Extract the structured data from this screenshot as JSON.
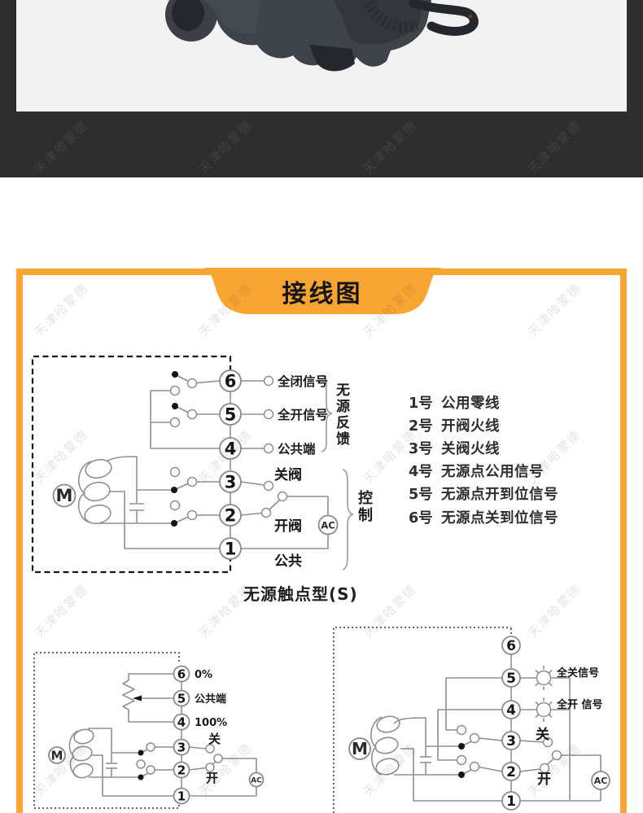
{
  "colors": {
    "accent_orange": "#F8A532",
    "dark_band": "#2E2E2E",
    "photo_background": "#F2F2F2",
    "wire_gray": "#8F8F8F",
    "ink": "#151515"
  },
  "watermark": {
    "text": "天津哈蒙德"
  },
  "header": {
    "title": "接线图"
  },
  "main_diagram": {
    "terminals": [
      "6",
      "5",
      "4",
      "3",
      "2",
      "1"
    ],
    "labels": {
      "t6": "全闭信号",
      "t5": "全开信号",
      "t4": "公共端",
      "t3": "关阀",
      "t2": "开阀",
      "t1": "公共"
    },
    "groups": {
      "feedback": "无源反馈",
      "control": "控制"
    },
    "motor": "M",
    "ac": "AC",
    "caption": "无源触点型(S)"
  },
  "terminal_legend": {
    "items": [
      {
        "num": "1号",
        "desc": "公用零线"
      },
      {
        "num": "2号",
        "desc": "开阀火线"
      },
      {
        "num": "3号",
        "desc": "关阀火线"
      },
      {
        "num": "4号",
        "desc": "无源点公用信号"
      },
      {
        "num": "5号",
        "desc": "无源点开到位信号"
      },
      {
        "num": "6号",
        "desc": "无源点关到位信号"
      }
    ]
  },
  "pot_diagram": {
    "terminals": [
      "6",
      "5",
      "4",
      "3",
      "2",
      "1"
    ],
    "labels": {
      "t6": "0%",
      "t5": "公共端",
      "t4": "100%",
      "t3": "关",
      "t2": "开"
    },
    "motor": "M",
    "ac": "AC"
  },
  "lamp_diagram": {
    "terminals": [
      "6",
      "5",
      "4",
      "3",
      "2",
      "1"
    ],
    "labels": {
      "t5": "全关信号",
      "t4": "全开 信号",
      "t3": "关",
      "t2": "开"
    },
    "motor": "M",
    "ac": "AC"
  }
}
